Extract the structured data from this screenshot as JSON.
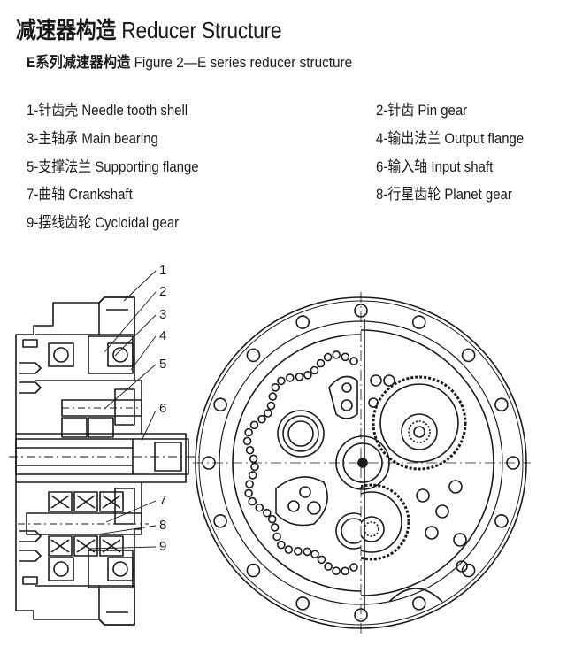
{
  "header": {
    "title_cn": "减速器构造",
    "title_en": "Reducer Structure",
    "subtitle_cn": "E系列减速器构造",
    "subtitle_en": "Figure 2—E series reducer structure"
  },
  "legend": [
    {
      "num": "1",
      "cn": "针齿壳",
      "en": "Needle tooth shell"
    },
    {
      "num": "2",
      "cn": "针齿",
      "en": "Pin gear"
    },
    {
      "num": "3",
      "cn": "主轴承",
      "en": "Main bearing"
    },
    {
      "num": "4",
      "cn": "输出法兰",
      "en": "Output flange"
    },
    {
      "num": "5",
      "cn": "支撑法兰",
      "en": "Supporting flange"
    },
    {
      "num": "6",
      "cn": "输入轴",
      "en": "Input shaft"
    },
    {
      "num": "7",
      "cn": "曲轴",
      "en": "Crankshaft"
    },
    {
      "num": "8",
      "cn": "行星齿轮",
      "en": "Planet gear"
    },
    {
      "num": "9",
      "cn": "摆线齿轮",
      "en": "Cycloidal gear"
    }
  ],
  "callouts": [
    "1",
    "2",
    "3",
    "4",
    "5",
    "6",
    "7",
    "8",
    "9"
  ],
  "colors": {
    "line": "#1a1a1a",
    "background": "#ffffff"
  }
}
